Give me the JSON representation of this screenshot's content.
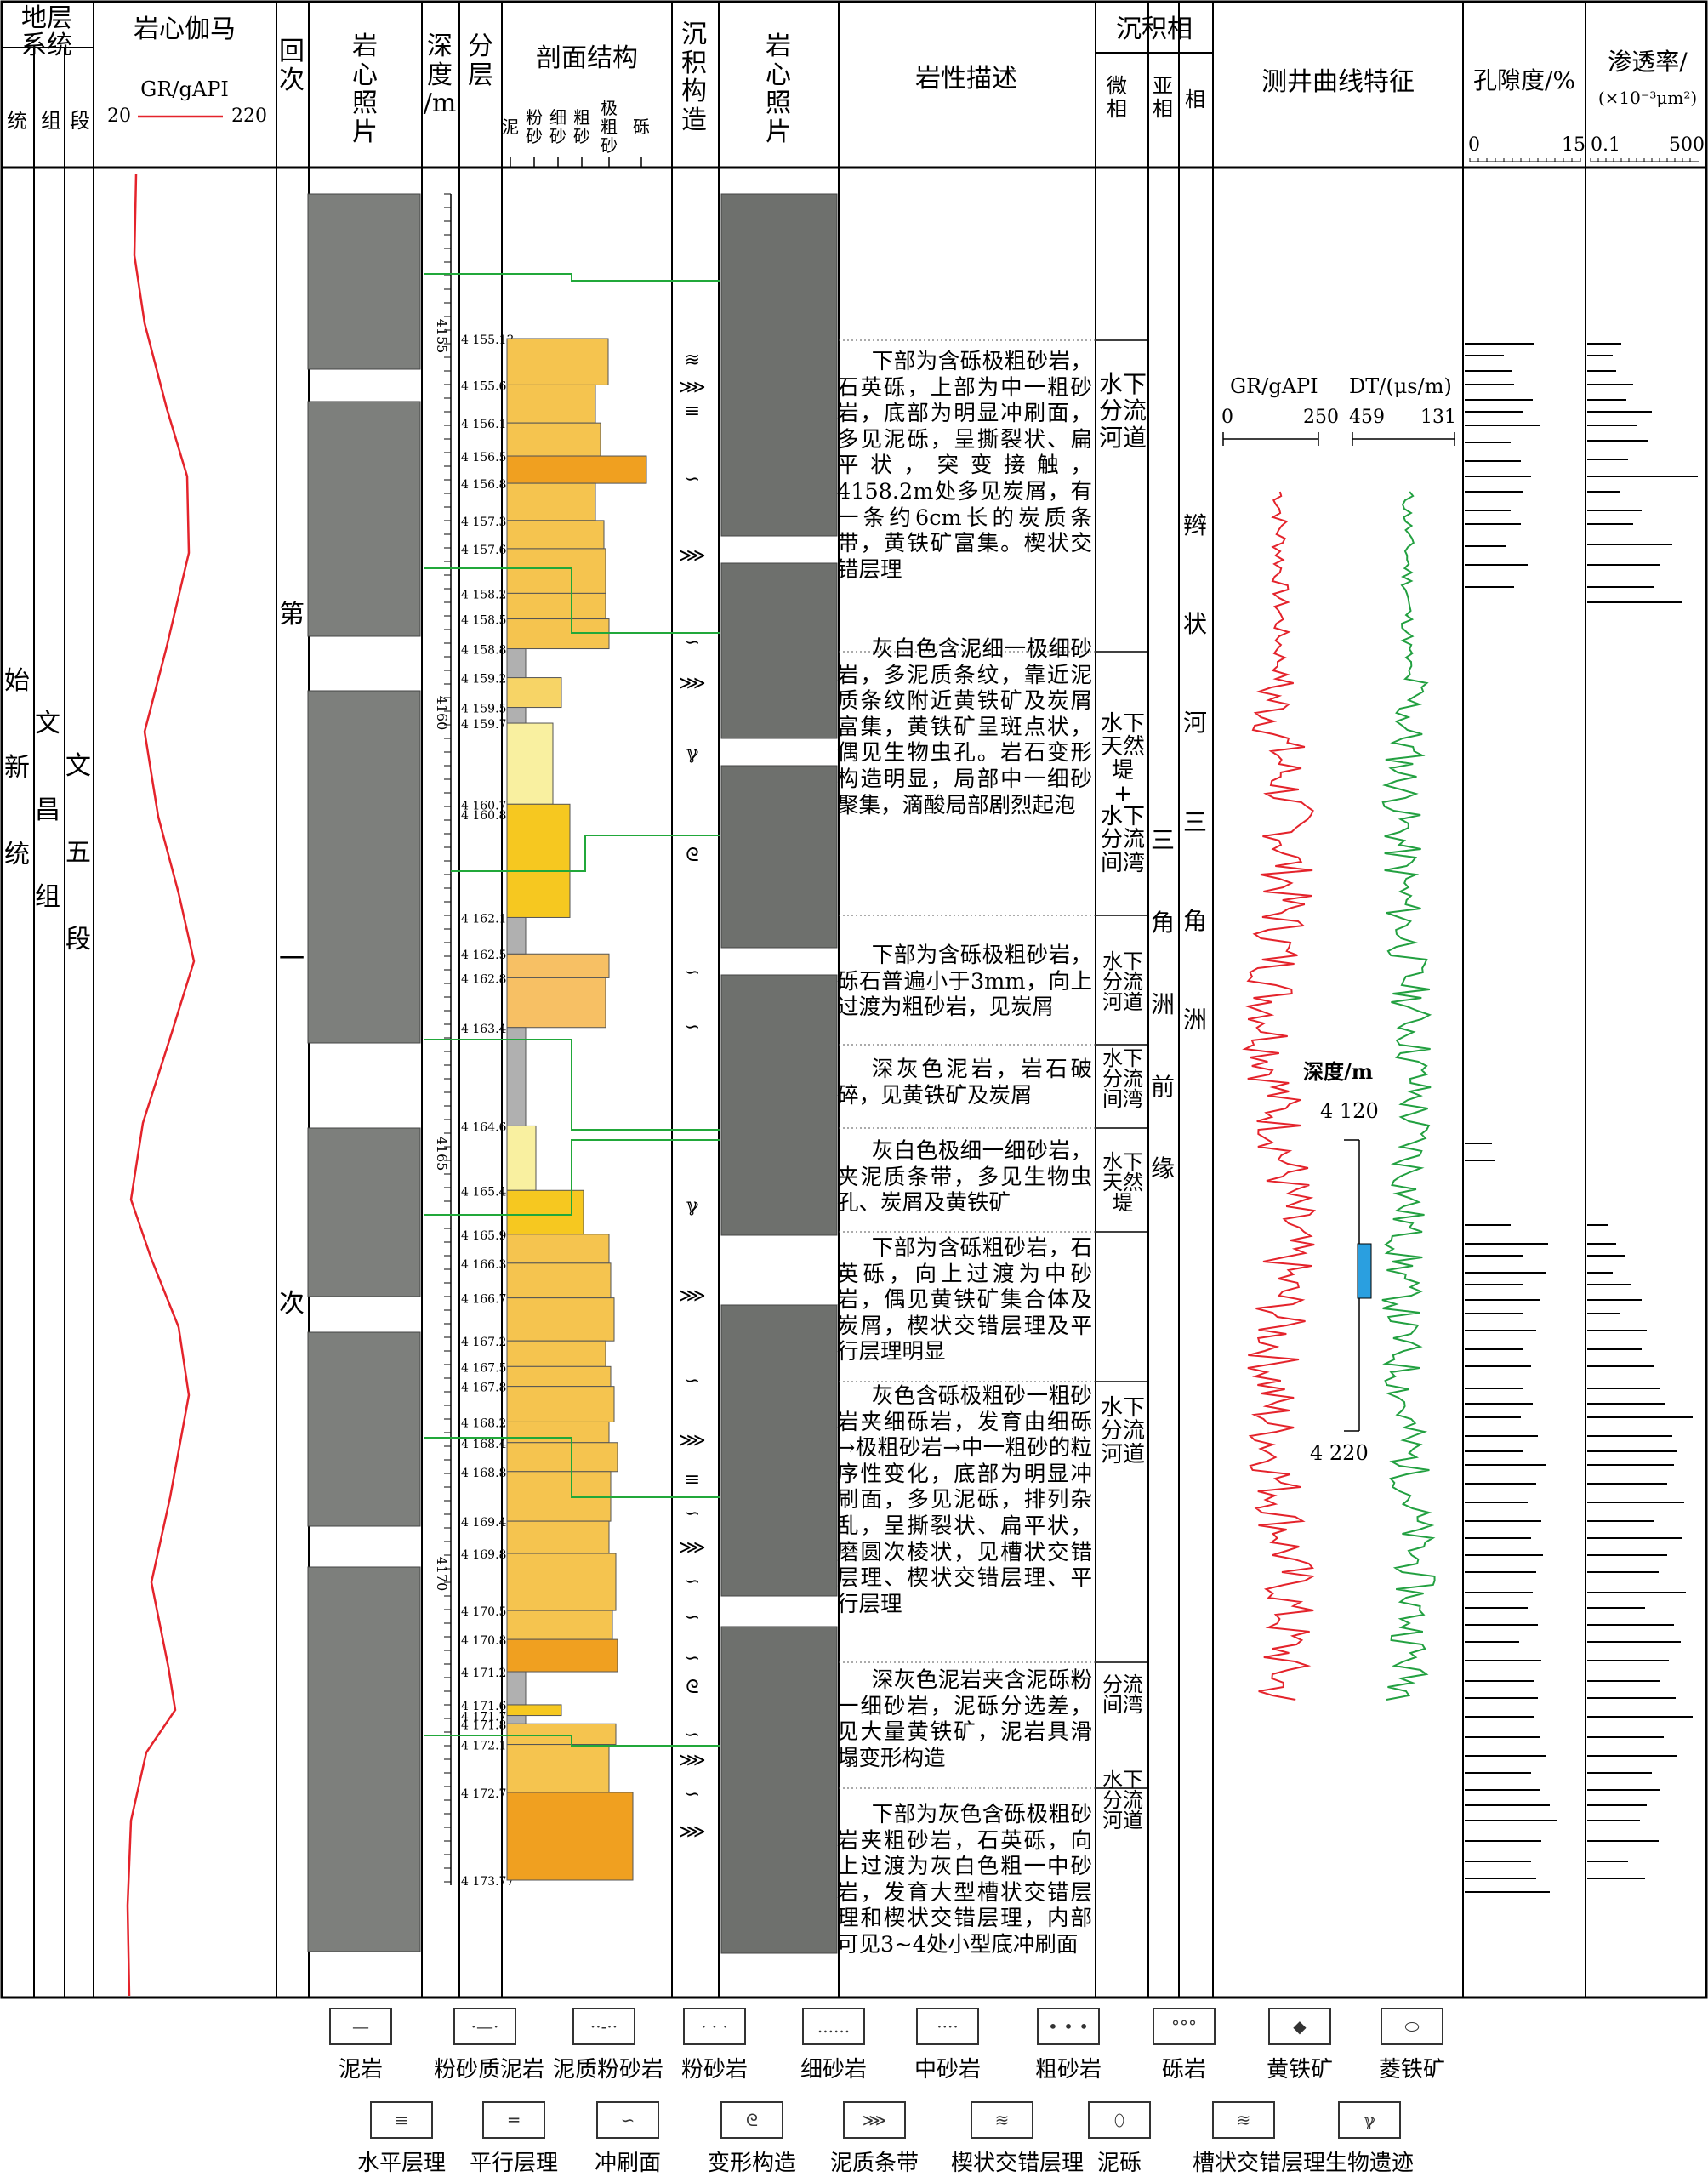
{
  "header": {
    "strata_system": "地层\n系统",
    "gamma_title": "岩心伽马",
    "gamma_sub": "GR/gAPI",
    "gamma_min": "20",
    "gamma_max": "220",
    "tong": "统",
    "zu": "组",
    "duan": "段",
    "cycle": "回\n次",
    "core_photo": "岩\n心\n照\n片",
    "depth": "深\n度\n/m",
    "layer": "分\n层",
    "section": "剖面结构",
    "grain_labels": [
      "泥",
      "粉砂",
      "细砂",
      "粗砂",
      "极粗砂",
      "砾"
    ],
    "sed_structure": "沉\n积\n构\n造",
    "core_photo2": "岩\n心\n照\n片",
    "lithology_desc": "岩性描述",
    "facies": "沉积相",
    "microfacies": "微\n相",
    "subfacies": "亚\n相",
    "phase": "相",
    "log_features": "测井曲线特征",
    "porosity": "孔隙度/%",
    "porosity_min": "0",
    "porosity_max": "15",
    "permeability": "渗透率/",
    "perm_unit": "(×10⁻³μm²)",
    "perm_min": "0.1",
    "perm_max": "500"
  },
  "strat": {
    "tong": "始\n新\n统",
    "zu": "文\n昌\n组",
    "duan": "文\n五\n段",
    "cycle": "第\n一\n次"
  },
  "depth_ticks": [
    "4155",
    "4160",
    "4165",
    "4170"
  ],
  "layer_depths": [
    "4155.13",
    "4155.69",
    "4156.15",
    "4156.55",
    "4156.88",
    "4157.33",
    "4157.67",
    "4158.21",
    "4158.52",
    "4158.88",
    "4159.23",
    "4159.59",
    "4159.78",
    "4160.76",
    "4160.88",
    "4162.13",
    "4162.57",
    "4162.86",
    "4163.46",
    "4164.65",
    "4165.43",
    "4165.96",
    "4166.31",
    "4166.73",
    "4167.25",
    "4167.56",
    "4167.80",
    "4168.23",
    "4168.48",
    "4168.83",
    "4169.43",
    "4169.82",
    "4170.51",
    "4170.86",
    "4171.25",
    "4171.65",
    "4171.78",
    "4171.88",
    "4172.13",
    "4172.71",
    "4173.77"
  ],
  "descriptions": [
    "下部为含砾极粗砂岩，石英砾，上部为中一粗砂岩，底部为明显冲刷面，多见泥砾，呈撕裂状、扁平状，突变接触，4158.2m处多见炭屑，有一条约6cm长的炭质条带，黄铁矿富集。楔状交错层理",
    "灰白色含泥细一极细砂岩，多泥质条纹，靠近泥质条纹附近黄铁矿及炭屑富集，黄铁矿呈斑点状，偶见生物虫孔。岩石变形构造明显，局部中一细砂聚集，滴酸局部剧烈起泡",
    "下部为含砾极粗砂岩，砾石普遍小于3mm，向上过渡为粗砂岩，见炭屑",
    "深灰色泥岩，岩石破碎，见黄铁矿及炭屑",
    "灰白色极细一细砂岩，夹泥质条带，多见生物虫孔、炭屑及黄铁矿",
    "下部为含砾粗砂岩，石英砾，向上过渡为中砂岩，偶见黄铁矿集合体及炭屑，楔状交错层理及平行层理明显",
    "灰色含砾极粗砂一粗砂岩夹细砾岩，发育由细砾→极粗砂岩→中一粗砂的粒序性变化，底部为明显冲刷面，多见泥砾，排列杂乱，呈撕裂状、扁平状，磨圆次棱状，见槽状交错层理、楔状交错层理、平行层理",
    "深灰色泥岩夹含泥砾粉一细砂岩，泥砾分选差，见大量黄铁矿，泥岩具滑塌变形构造",
    "下部为灰色含砾极粗砂岩夹粗砂岩，石英砾，向上过渡为灰白色粗一中砂岩，发育大型槽状交错层理和楔状交错层理，内部可见3~4处小型底冲刷面"
  ],
  "microfacies": [
    "水下\n分流\n河道",
    "水下\n天然\n堤\n+\n水下\n分流\n间湾",
    "水下\n分流\n河道",
    "水下\n分流\n间湾",
    "水下\n天然\n堤",
    "水下\n分流\n河道",
    "分流\n间湾",
    "水下\n分流\n河道"
  ],
  "subfacies": [
    "三\n角\n洲\n前\n缘"
  ],
  "facies": [
    "辫\n状\n河\n三\n角\n洲"
  ],
  "log_panel": {
    "gr_label": "GR/gAPI",
    "gr_min": "0",
    "gr_max": "250",
    "dt_label": "DT/(μs/m)",
    "dt_min": "459",
    "dt_max": "131",
    "depth_label": "深度/m",
    "depth_top": "4 120",
    "depth_bottom": "4 220"
  },
  "legend": {
    "row1": [
      "泥岩",
      "粉砂质泥岩",
      "泥质粉砂岩",
      "粉砂岩",
      "细砂岩",
      "中砂岩",
      "粗砂岩",
      "砾岩",
      "黄铁矿",
      "菱铁矿"
    ],
    "row2": [
      "水平层理",
      "平行层理",
      "冲刷面",
      "变形构造",
      "泥质条带",
      "楔状交错层理",
      "泥砾",
      "槽状交错层理",
      "生物遗迹"
    ]
  },
  "colors": {
    "gamma": "#e4232b",
    "dt": "#22a040",
    "sand_light": "#f6c15a",
    "sand_dark": "#f0a020",
    "arrow": "#21a83a",
    "blue_bar": "#2a9fe0"
  }
}
